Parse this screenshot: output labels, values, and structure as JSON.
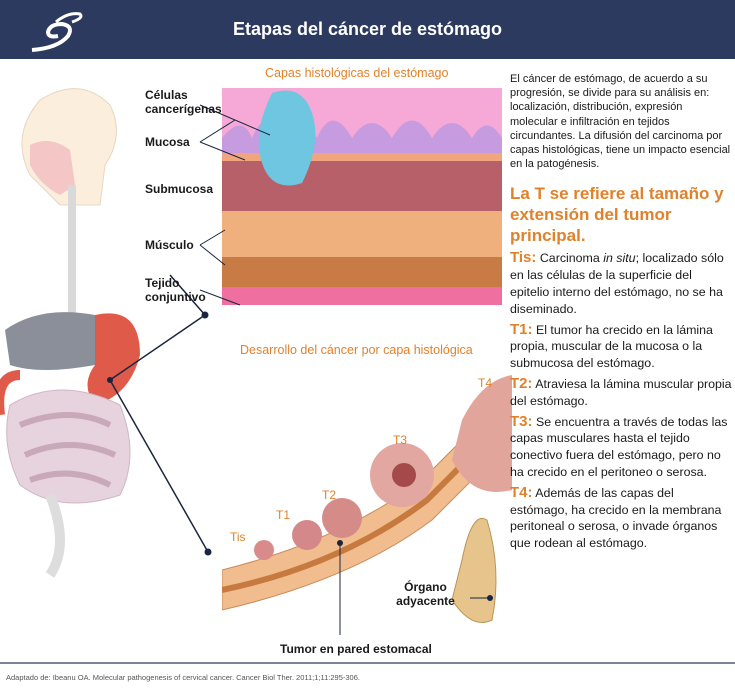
{
  "header": {
    "title": "Etapas del cáncer de estómago"
  },
  "layers": {
    "title": "Capas histológicas del estómago",
    "labels": [
      "Células cancerígenas",
      "Mucosa",
      "Submucosa",
      "Músculo",
      "Tejido conjuntivo"
    ]
  },
  "development": {
    "title": "Desarrollo del cáncer por capa histológica",
    "stages": [
      "Tis",
      "T1",
      "T2",
      "T3",
      "T4"
    ],
    "organ_label": "Órgano adyacente",
    "wall_label": "Tumor en pared estomacal"
  },
  "text": {
    "intro": "El cáncer de estómago, de acuerdo a su progresión,  se divide para su análisis en: localización, distribución, expresión molecular e infiltración en tejidos circundantes. La difusión del carcinoma por capas histológicas, tiene un impacto esencial en la patogénesis.",
    "heading": "La T se refiere al tamaño y extensión del tumor principal.",
    "definitions": [
      {
        "key": "Tis:",
        "pre": " Carcinoma ",
        "em": "in situ",
        "post": "; localizado sólo  en las células de la superficie del epitelio interno del estómago, no se ha diseminado."
      },
      {
        "key": "T1:",
        "post": " El tumor ha crecido en la lámina propia, muscular de la mucosa o la submucosa del estómago."
      },
      {
        "key": "T2:",
        "post": " Atraviesa  la lámina muscular propia  del estómago."
      },
      {
        "key": "T3:",
        "post": " Se encuentra a través de todas las capas musculares hasta el tejido conectivo fuera del estómago, pero no ha crecido en el peritoneo o serosa."
      },
      {
        "key": "T4:",
        "post": " Además de las capas del estómago, ha crecido en la membrana peritoneal o serosa, o invade órganos que rodean al estómago."
      }
    ]
  },
  "footer": {
    "citation": "Adaptado de: Ibeanu OA. Molecular pathogenesis of cervical cancer. Cancer Biol Ther. 2011;1;11:295-306."
  },
  "colors": {
    "header": "#2c3a5f",
    "accent": "#e0822c"
  }
}
